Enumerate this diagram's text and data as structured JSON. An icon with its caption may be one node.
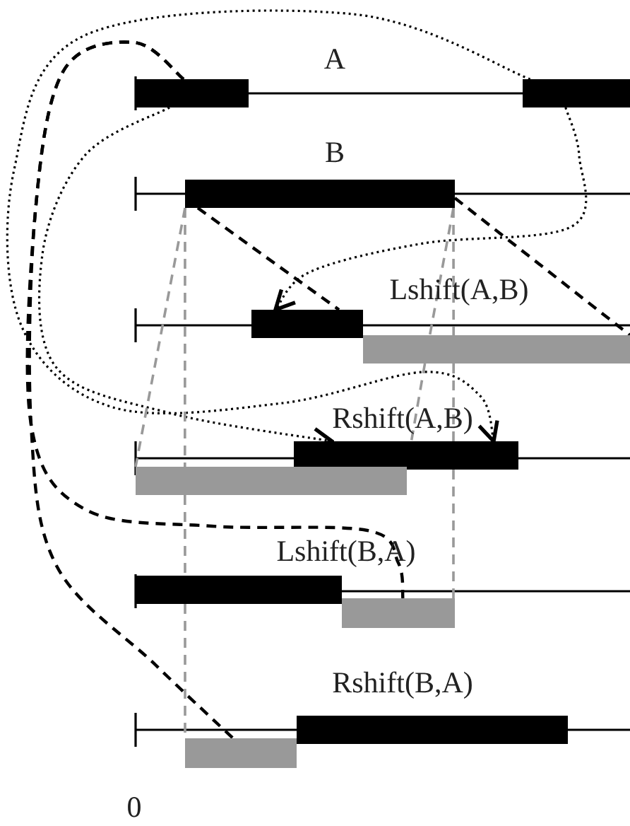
{
  "diagram": {
    "nodes": [
      {
        "text": [],
        "shape": "bar"
      },
      {
        "text": [],
        "shape": "bar"
      },
      {
        "text": [],
        "shape": "bar"
      },
      {
        "text": [],
        "shape": "bar"
      },
      {
        "text": [],
        "shape": "bar"
      },
      {
        "text": [],
        "shape": "bar"
      },
      {
        "text": [],
        "shape": "bar"
      },
      {
        "text": [],
        "shape": "bar"
      },
      {
        "text": [],
        "shape": "bar"
      },
      {
        "text": [],
        "shape": "bar"
      },
      {
        "text": [],
        "shape": "bar"
      }
    ],
    "edges": [
      {
        "from": 1,
        "to": 3,
        "arrow": "to",
        "color": "#000000"
      },
      {
        "from": 0,
        "to": 5,
        "arrow": "to",
        "color": "#000000"
      },
      {
        "from": 1,
        "to": 5,
        "arrow": "to",
        "color": "#000000"
      },
      {
        "from": 0,
        "to": 8,
        "arrow": "none",
        "style": "dashed",
        "color": "#000000"
      },
      {
        "from": 0,
        "to": 9,
        "arrow": "none",
        "style": "dashed",
        "color": "#000000"
      },
      {
        "from": 2,
        "to": 3,
        "arrow": "none",
        "style": "dashed",
        "color": "#000000"
      },
      {
        "from": 2,
        "to": 4,
        "arrow": "none",
        "style": "dashed",
        "color": "#000000"
      },
      {
        "from": 2,
        "to": 4,
        "arrow": "none",
        "style": "dashed"
      },
      {
        "from": 4,
        "to": 5,
        "arrow": "none",
        "style": "dashed"
      },
      {
        "from": 5,
        "to": 8,
        "arrow": "none",
        "style": "dashed"
      },
      {
        "from": 2,
        "to": 6,
        "arrow": "none",
        "style": "dashed"
      },
      {
        "from": 6,
        "to": 7,
        "arrow": "none",
        "style": "dashed"
      },
      {
        "from": 7,
        "to": 9,
        "arrow": "none",
        "style": "dashed"
      },
      {
        "from": 2,
        "to": 6,
        "arrow": "none",
        "style": "dashed"
      },
      {
        "from": 2,
        "to": 4,
        "arrow": "none",
        "style": "dashed"
      },
      {
        "from": 4,
        "to": 5,
        "arrow": "none",
        "style": "dashed"
      }
    ],
    "labels": [
      "A",
      "B",
      "Lshift(A,B)",
      "Rshift(A,B)",
      "Lshift(B,A)",
      "Rshift(B,A)",
      "0"
    ]
  }
}
